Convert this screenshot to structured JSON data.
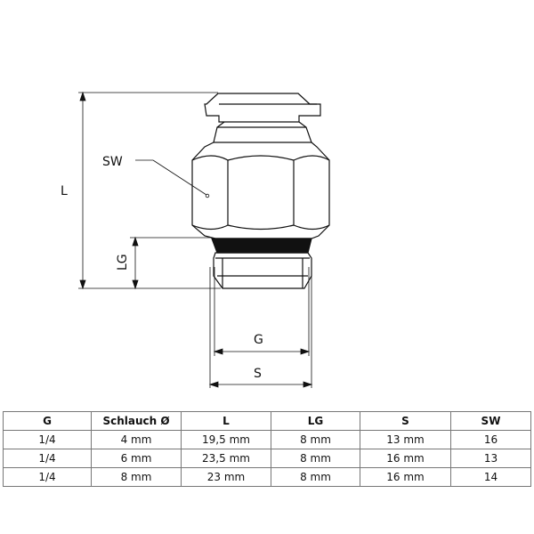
{
  "drawing": {
    "labels": {
      "sw": "SW",
      "l": "L",
      "lg": "LG",
      "g": "G",
      "s": "S"
    }
  },
  "table": {
    "headers": [
      "G",
      "Schlauch Ø",
      "L",
      "LG",
      "S",
      "SW"
    ],
    "rows": [
      [
        "1/4",
        "4 mm",
        "19,5 mm",
        "8 mm",
        "13 mm",
        "16"
      ],
      [
        "1/4",
        "6 mm",
        "23,5 mm",
        "8 mm",
        "16 mm",
        "13"
      ],
      [
        "1/4",
        "8 mm",
        "23 mm",
        "8 mm",
        "16 mm",
        "14"
      ]
    ]
  }
}
